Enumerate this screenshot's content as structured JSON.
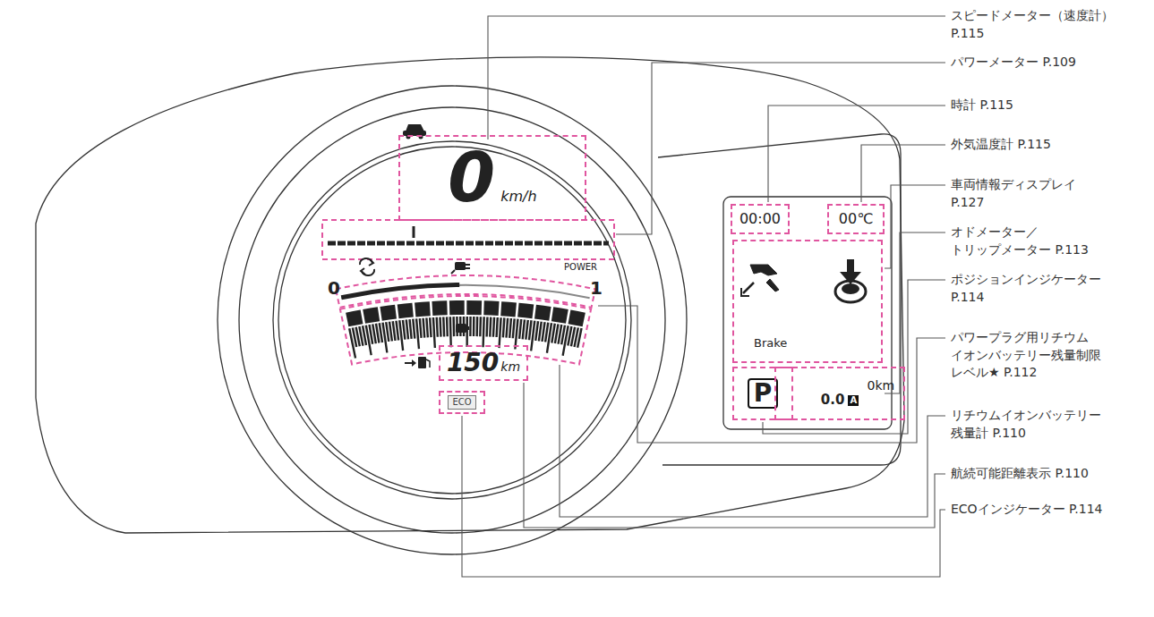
{
  "diagram": {
    "nodes": [
      {
        "text": [
          "0",
          "km/h"
        ]
      },
      {
        "text": [
          "150",
          "km"
        ]
      },
      {
        "text": [
          "ECO"
        ]
      },
      {
        "text": [
          "00:00"
        ]
      },
      {
        "text": [
          "00℃"
        ]
      },
      {
        "text": [
          "Brake"
        ]
      },
      {
        "text": [
          "P"
        ]
      },
      {
        "text": [
          "0km",
          "0.0",
          "A"
        ]
      }
    ],
    "labels": [
      "0",
      "1",
      "POWER",
      "スピードメーター（速度計） P.115",
      "パワーメーター P.109",
      "時計 P.115",
      "外気温度計 P.115",
      "車両情報ディスプレイ P.127",
      "オドメーター／ トリップメーター P.113",
      "ポジションインジケーター P.114",
      "パワープラグ用リチウム イオンバッテリー残量制限 レベル★ P.112",
      "リチウムイオンバッテリー 残量計 P.110",
      "航続可能距離表示 P.110",
      "ECOインジケーター P.114"
    ]
  }
}
